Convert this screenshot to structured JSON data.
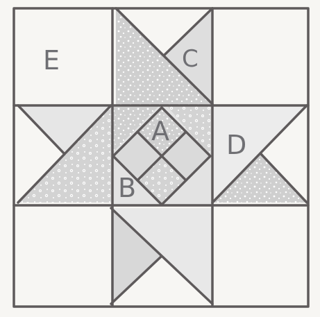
{
  "figure": {
    "labels": {
      "a": "A",
      "b": "B",
      "c": "C",
      "d": "D",
      "e": "E"
    }
  },
  "colors": {
    "background": "#f7f6f3",
    "line": "#5e5a5b",
    "shade_light": "#e9e9e9",
    "shade_medium": "#dcdcdc",
    "shade_dark": "#cfcfcf",
    "speckle": "#ffffff"
  }
}
